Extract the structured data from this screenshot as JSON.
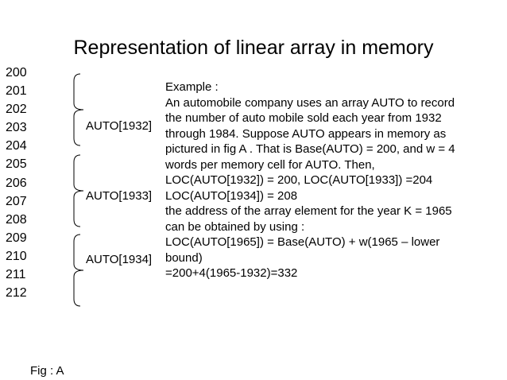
{
  "title": "Representation of linear array in memory",
  "addresses": [
    "200",
    "201",
    "202",
    "203",
    "204",
    "205",
    "206",
    "207",
    "208",
    "209",
    "210",
    "211",
    "212"
  ],
  "groups": [
    {
      "label": "AUTO[1932]"
    },
    {
      "label": "AUTO[1933]"
    },
    {
      "label": "AUTO[1934]"
    }
  ],
  "example": {
    "lines": [
      "Example :",
      "An automobile company uses an array AUTO to record",
      "the number of auto mobile sold each year from 1932",
      "through 1984. Suppose AUTO appears in memory as",
      "pictured in fig A . That is Base(AUTO) = 200, and w = 4",
      "words per memory cell for AUTO. Then,",
      "LOC(AUTO[1932]) = 200, LOC(AUTO[1933]) =204",
      "LOC(AUTO[1934]) = 208",
      "the address of the array element for the year K = 1965",
      "can be obtained  by using :",
      "LOC(AUTO[1965]) = Base(AUTO) + w(1965 – lower",
      "bound)",
      "=200+4(1965-1932)=332"
    ]
  },
  "caption": "Fig : A"
}
